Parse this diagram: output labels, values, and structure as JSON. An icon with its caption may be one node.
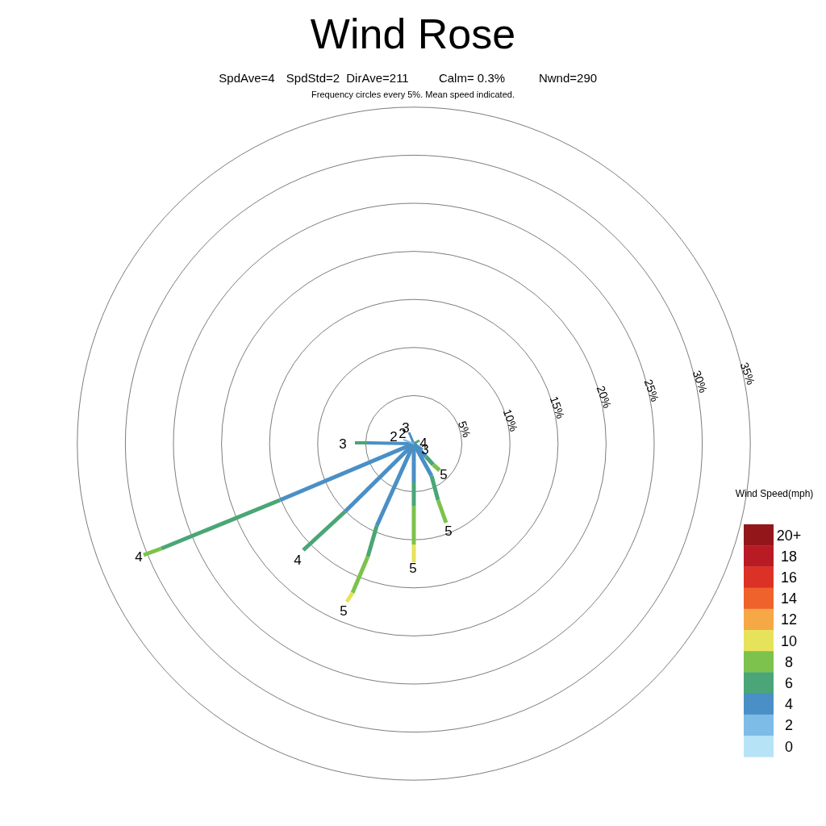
{
  "diagram": {
    "title": "Wind Rose",
    "labels": [
      "SpdAve=4",
      "SpdStd=2",
      "DirAve=211",
      "Calm= 0.3%",
      "Nwnd=290",
      "Frequency circles every 5%. Mean speed indicated.",
      "35%",
      "30%",
      "25%",
      "20%",
      "15%",
      "10%",
      "5%",
      "3",
      "2",
      "2",
      "4",
      "3",
      "3",
      "5",
      "Wind Speed(mph)",
      "5",
      "4",
      "4",
      "5",
      "5"
    ],
    "legend": [
      {
        "text": "20+",
        "color": "#93161b"
      },
      {
        "text": "18",
        "color": "#b81b24"
      },
      {
        "text": "16",
        "color": "#dc3127"
      },
      {
        "text": "14",
        "color": "#f0622b"
      },
      {
        "text": "12",
        "color": "#f6a847"
      },
      {
        "text": "10",
        "color": "#e6e35a"
      },
      {
        "text": "8",
        "color": "#7cc24d"
      },
      {
        "text": "6",
        "color": "#4aa676"
      },
      {
        "text": "4",
        "color": "#4a8fc6"
      },
      {
        "text": "2",
        "color": "#7dbce6"
      },
      {
        "text": "0",
        "color": "#b7e3f7"
      }
    ]
  }
}
